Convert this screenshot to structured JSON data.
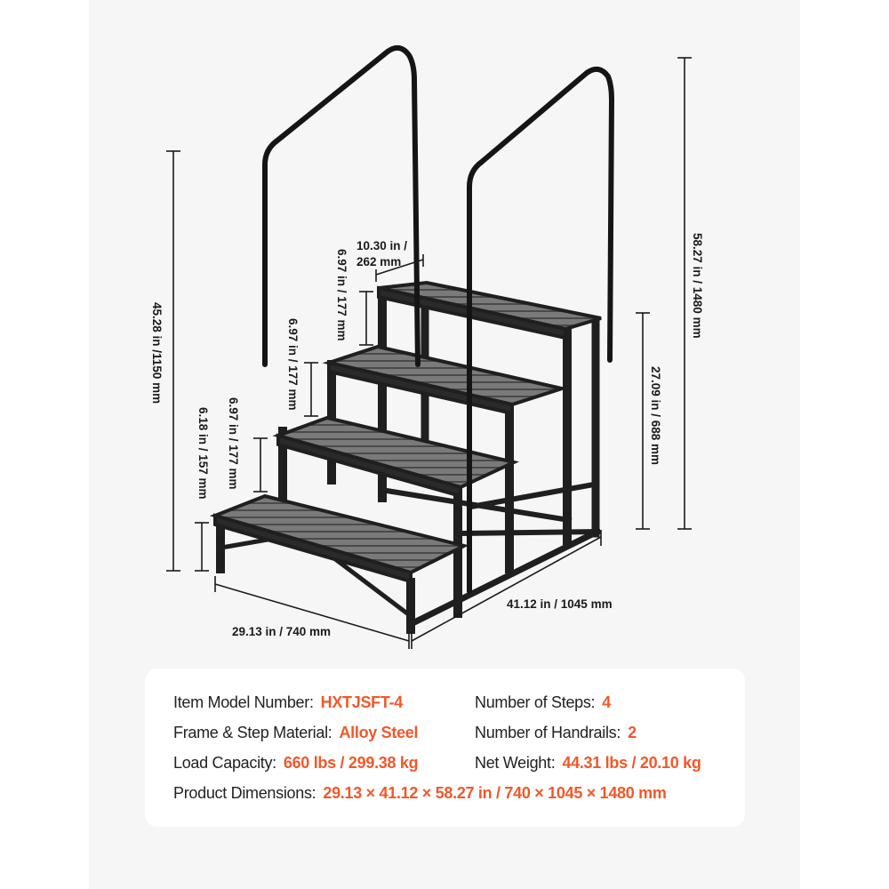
{
  "colors": {
    "accent": "#f0582a",
    "text": "#222222",
    "panel_bg": "#f6f6f6",
    "card_bg": "#ffffff",
    "frame": "#1f1f1f",
    "tread": "#6e6e6e"
  },
  "diagram": {
    "product": "4-step stair with two handrails",
    "dimensions": {
      "overall_height": "58.27 in / 1480 mm",
      "handrail_side_height": "45.28 in /1150 mm",
      "platform_height": "27.09 in / 688 mm",
      "step_depth": "10.30 in /",
      "step_depth_mm": "262 mm",
      "rise_top": "6.97 in / 177 mm",
      "rise_middle": "6.97 in / 177 mm",
      "rise_lower": "6.97 in / 177 mm",
      "rise_bottom": "6.18 in / 157 mm",
      "width": "29.13 in / 740 mm",
      "length": "41.12 in / 1045 mm"
    }
  },
  "specs": {
    "model": {
      "label": "Item Model Number:",
      "value": "HXTJSFT-4"
    },
    "steps": {
      "label": "Number of Steps:",
      "value": "4"
    },
    "material": {
      "label": "Frame & Step Material:",
      "value": "Alloy Steel"
    },
    "handrails": {
      "label": "Number of Handrails:",
      "value": "2"
    },
    "load": {
      "label": "Load Capacity:",
      "value": "660 lbs / 299.38 kg"
    },
    "weight": {
      "label": "Net Weight:",
      "value": "44.31 lbs / 20.10 kg"
    },
    "dimensions": {
      "label": "Product Dimensions:",
      "value": "29.13 × 41.12 × 58.27 in / 740 × 1045 × 1480 mm"
    }
  }
}
